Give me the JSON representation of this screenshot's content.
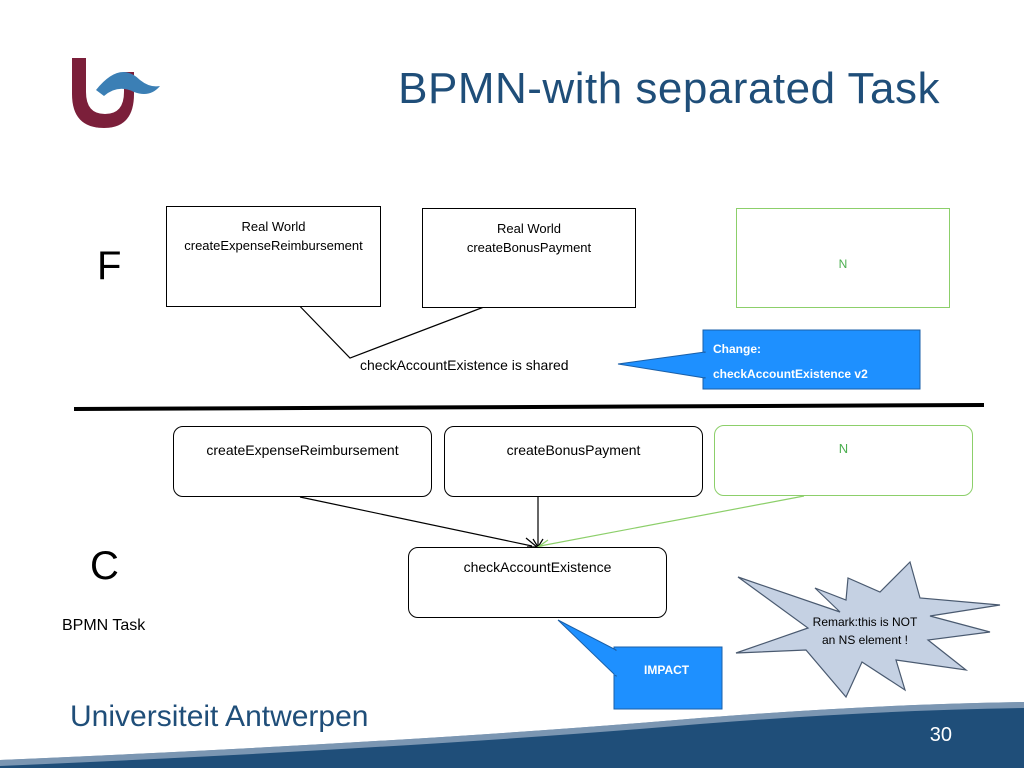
{
  "slide": {
    "title": "BPMN-with separated Task",
    "page_number": "30",
    "university": "Universiteit Antwerpen"
  },
  "top_layer": {
    "label": "F",
    "box1_line1": "Real World",
    "box1_line2": "createExpenseReimbursement",
    "box2_line1": "Real World",
    "box2_line2": "createBonusPayment",
    "box3_text": "N",
    "shared_note": "checkAccountExistence is shared",
    "callout_line1": "Change:",
    "callout_line2": "checkAccountExistence v2"
  },
  "bottom_layer": {
    "label": "C",
    "sublabel": "BPMN Task",
    "task1": "createExpenseReimbursement",
    "task2": "createBonusPayment",
    "task3": "N",
    "task_center": "checkAccountExistence",
    "impact_label": "IMPACT",
    "remark_line1": "Remark:this is NOT",
    "remark_line2": "an NS element !"
  },
  "colors": {
    "title": "#1f4e79",
    "callout": "#1e90ff",
    "green": "#8ccf6a",
    "remark_fill": "#c5d1e3",
    "logo": "#7b1f3a",
    "footer_wave": "#1f4e79"
  },
  "icons": [
    "university-logo"
  ]
}
